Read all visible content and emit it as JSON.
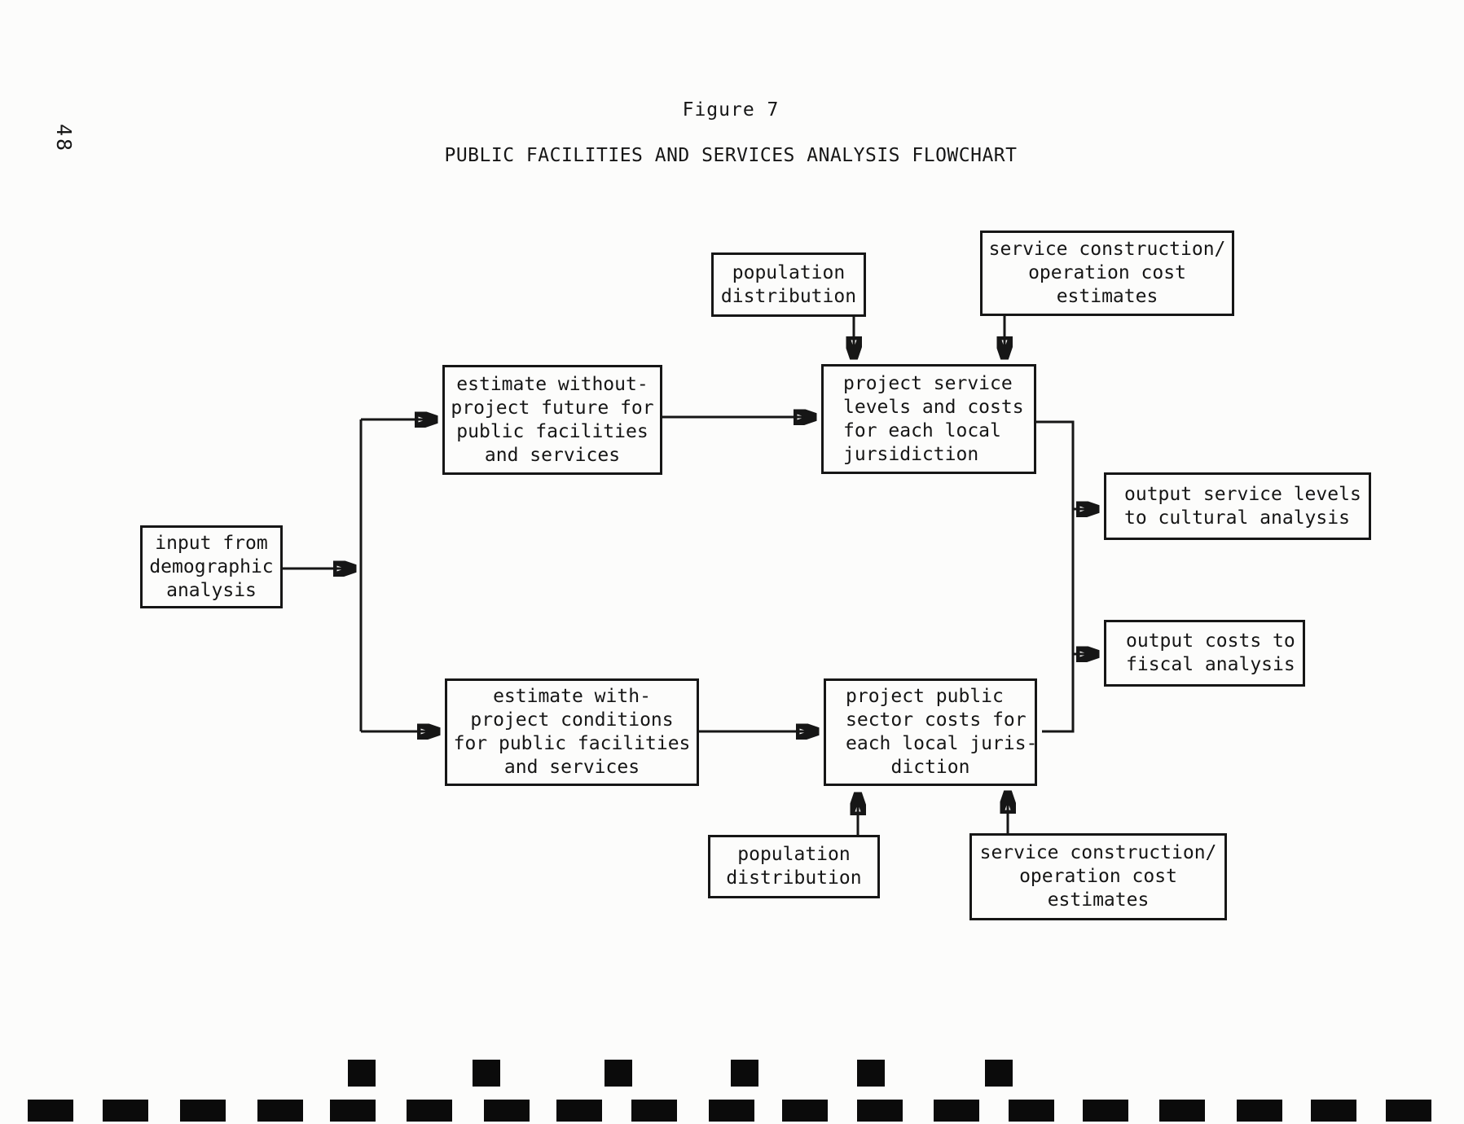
{
  "page": {
    "page_number": "48",
    "figure_label": "Figure 7",
    "title": "PUBLIC FACILITIES AND SERVICES ANALYSIS FLOWCHART"
  },
  "flowchart": {
    "boxes": {
      "population_distribution_top": {
        "lines": [
          "population",
          "distribution"
        ]
      },
      "service_cost_estimates_top": {
        "lines": [
          "service construction/",
          "operation cost",
          "estimates"
        ]
      },
      "estimate_without_project": {
        "lines": [
          "estimate without-",
          "project future for",
          "public facilities",
          "and services"
        ]
      },
      "project_service_levels": {
        "lines": [
          "project service",
          "levels and costs",
          "for each local",
          "jursidiction"
        ]
      },
      "output_service_levels": {
        "lines": [
          "output service levels",
          "to cultural analysis"
        ]
      },
      "input_demographic": {
        "lines": [
          "input from",
          "demographic",
          "analysis"
        ]
      },
      "output_costs": {
        "lines": [
          "output costs to",
          "fiscal analysis"
        ]
      },
      "estimate_with_project": {
        "lines": [
          "estimate with-",
          "project conditions",
          "for public facilities",
          "and services"
        ]
      },
      "project_public_sector": {
        "lines": [
          "project public",
          "sector costs for",
          "each local juris-",
          "diction"
        ]
      },
      "population_distribution_bottom": {
        "lines": [
          "population",
          "distribution"
        ]
      },
      "service_cost_estimates_bottom": {
        "lines": [
          "service construction/",
          "operation cost",
          "estimates"
        ]
      }
    },
    "colors": {
      "ink": "#161616",
      "paper": "#fcfcfb"
    }
  },
  "scan_artifacts": {
    "main_dash_row_x": [
      34,
      126,
      221,
      316,
      405,
      499,
      594,
      683,
      775,
      870,
      960,
      1052,
      1146,
      1238,
      1329,
      1423,
      1518,
      1609,
      1701
    ],
    "upper_square_row_x": [
      427,
      580,
      742,
      897,
      1052,
      1209
    ]
  }
}
